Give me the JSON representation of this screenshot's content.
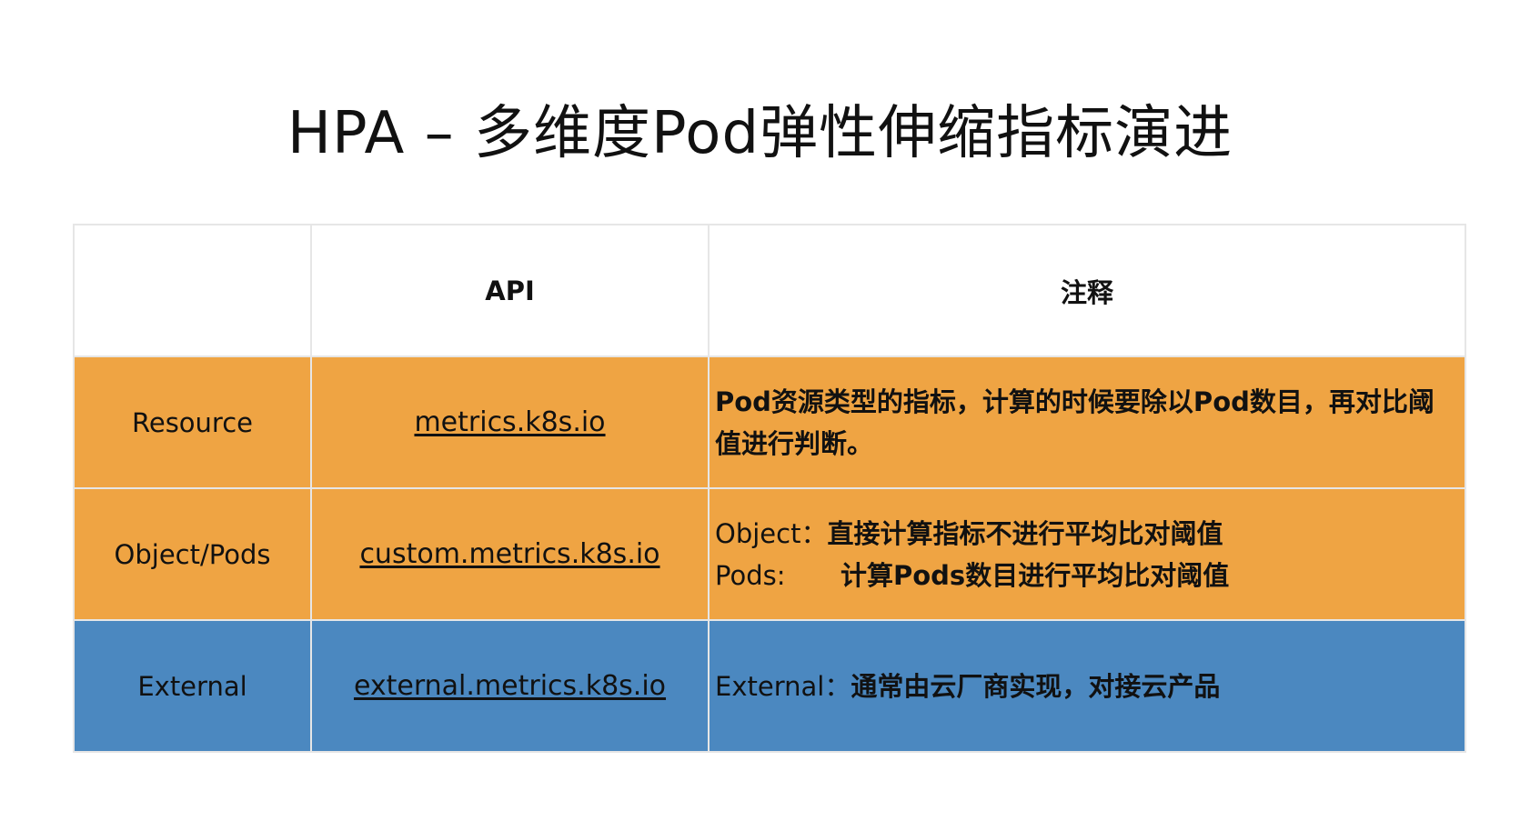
{
  "title": "HPA – 多维度Pod弹性伸缩指标演进",
  "table": {
    "headers": [
      "",
      "API",
      "注释"
    ],
    "rows": [
      {
        "label": "Resource",
        "api": "metrics.k8s.io",
        "note": "Pod资源类型的指标，计算的时候要除以Pod数目，再对比阈值进行判断。",
        "color": "#efa443"
      },
      {
        "label": "Object/Pods",
        "api": "custom.metrics.k8s.io",
        "note_lines": [
          {
            "key": "Object：",
            "text": "直接计算指标不进行平均比对阈值"
          },
          {
            "key": "Pods:",
            "text": "计算Pods数目进行平均比对阈值"
          }
        ],
        "color": "#efa443"
      },
      {
        "label": "External",
        "api": "external.metrics.k8s.io",
        "note_lines": [
          {
            "key": "External：",
            "text": "通常由云厂商实现，对接云产品"
          }
        ],
        "color": "#4b88c0"
      }
    ]
  }
}
